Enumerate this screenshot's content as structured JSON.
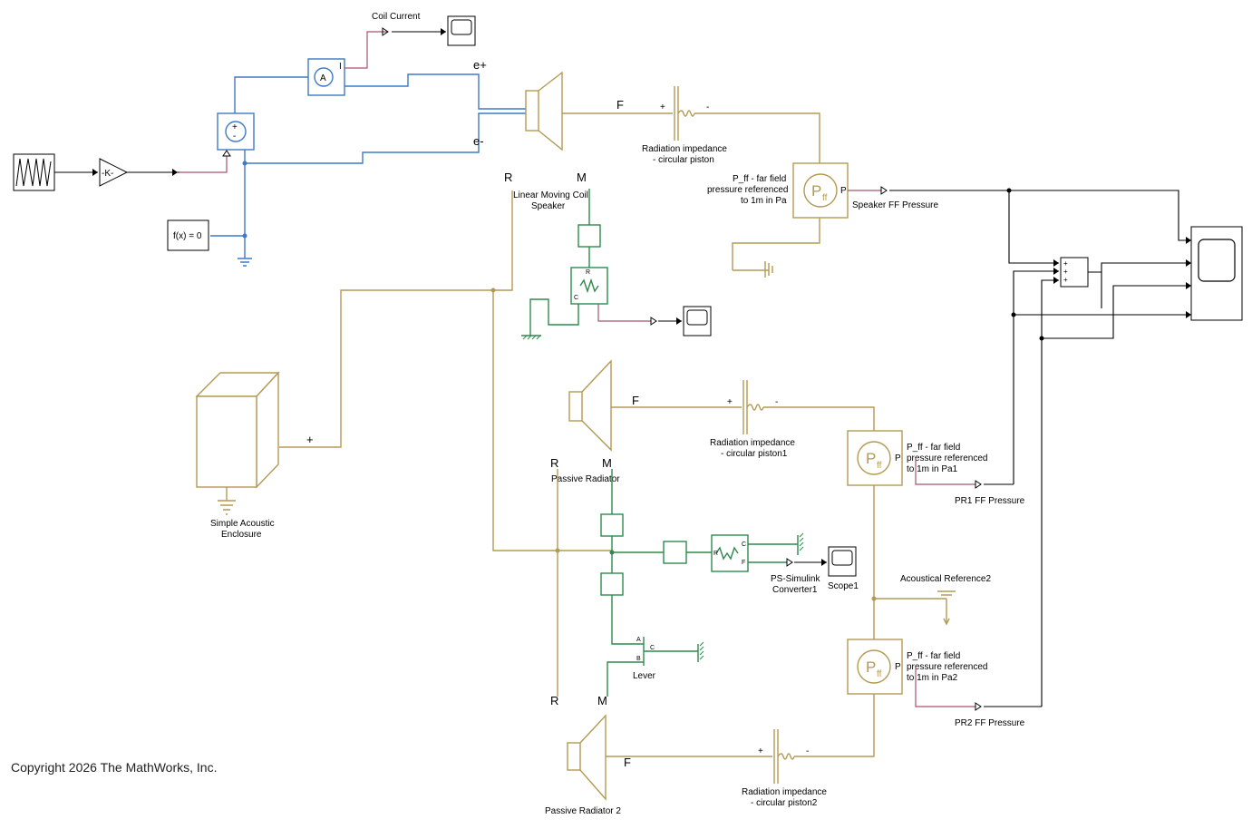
{
  "labels": {
    "coil_current": "Coil Current",
    "e_plus": "e+",
    "e_minus": "e-",
    "fx": "f(x) = 0",
    "gain": "-K-",
    "f_main": "F",
    "r_main": "R",
    "m_main": "M",
    "speaker": [
      "Linear Moving Coil",
      "Speaker"
    ],
    "rad_imp": [
      "Radiation impedance",
      "- circular piston"
    ],
    "rad_imp1": [
      "Radiation impedance",
      "- circular piston1"
    ],
    "rad_imp2": [
      "Radiation impedance",
      "- circular piston2"
    ],
    "pff_main": [
      "P_ff - far field",
      "pressure referenced",
      "to 1m in Pa"
    ],
    "pff_1": [
      "P_ff - far field",
      "pressure referenced",
      "to 1m in Pa1"
    ],
    "pff_2": [
      "P_ff - far field",
      "pressure referenced",
      "to 1m in Pa2"
    ],
    "speaker_ff": "Speaker FF Pressure",
    "pr1_ff": "PR1 FF Pressure",
    "pr2_ff": "PR2 FF Pressure",
    "enclosure": [
      "Simple Acoustic",
      "Enclosure"
    ],
    "enclosure_port": "+",
    "passive_radiator": "Passive Radiator",
    "passive_radiator2": "Passive Radiator 2",
    "f_pr1": "F",
    "m_pr1": "M",
    "r_pr1": "R",
    "f_pr2": "F",
    "m_pr2": "M",
    "r_pr2": "R",
    "ps_converter": [
      "PS-Simulink",
      "Converter1"
    ],
    "scope1": "Scope1",
    "acoustic_ref2": "Acoustical Reference2",
    "lever": "Lever",
    "pff_symbol": "P",
    "pff_sub": "ff",
    "plus": "+",
    "minus": "-",
    "port_p": "P",
    "port_i": "I",
    "port_a": "A",
    "port_b": "B",
    "port_c": "C",
    "port_r": "R",
    "port_f": "F",
    "ammeter": "A"
  },
  "copyright": "Copyright 2026 The MathWorks, Inc.",
  "colors": {
    "acoustic": "#b39a52",
    "electrical": "#3f79c8",
    "mechanical": "#2e8a4f",
    "signal": "#000000",
    "physical_signal": "#a8546a"
  }
}
